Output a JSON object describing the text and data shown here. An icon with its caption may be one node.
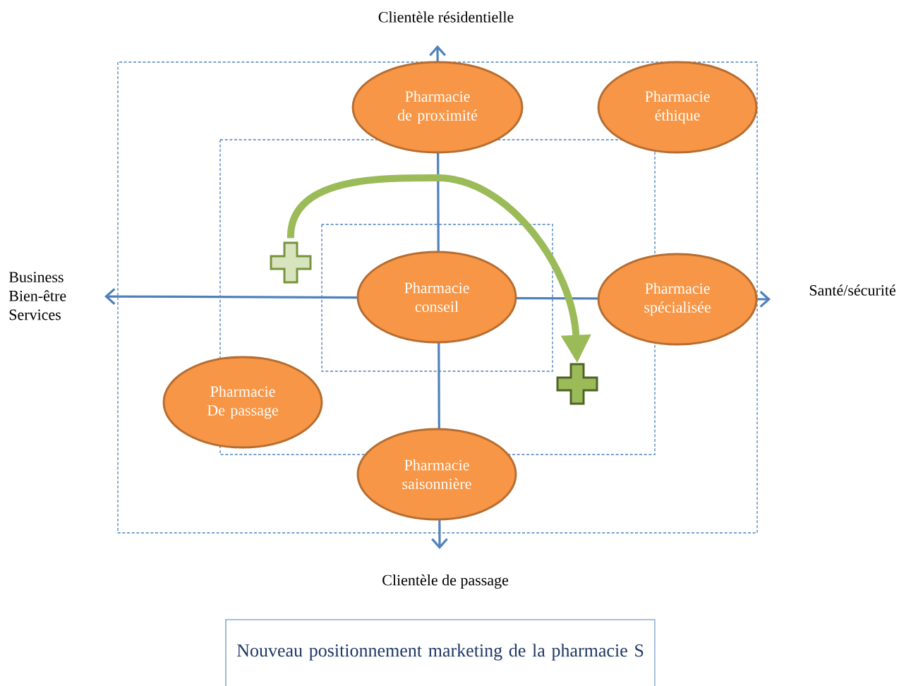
{
  "diagram": {
    "caption": "Nouveau positionnement marketing de la pharmacie S",
    "nodes": [
      {
        "text": [
          "Pharmacie de proximité"
        ]
      },
      {
        "text": [
          "Pharmacie éthique"
        ]
      },
      {
        "text": [
          "Pharmacie conseil"
        ]
      },
      {
        "text": [
          "Pharmacie spécialisée"
        ]
      },
      {
        "text": [
          "Pharmacie De passage"
        ]
      },
      {
        "text": [
          "Pharmacie saisonnière"
        ]
      },
      {
        "text": [],
        "shape": "plus"
      },
      {
        "text": [],
        "shape": "plus"
      }
    ],
    "edges": [
      {
        "from": 6,
        "to": 7,
        "arrow": "to"
      }
    ],
    "labels": [
      "Clientèle résidentielle",
      "Business Bien-être Services",
      "Santé/sécurité",
      "Clientèle de passage"
    ]
  }
}
